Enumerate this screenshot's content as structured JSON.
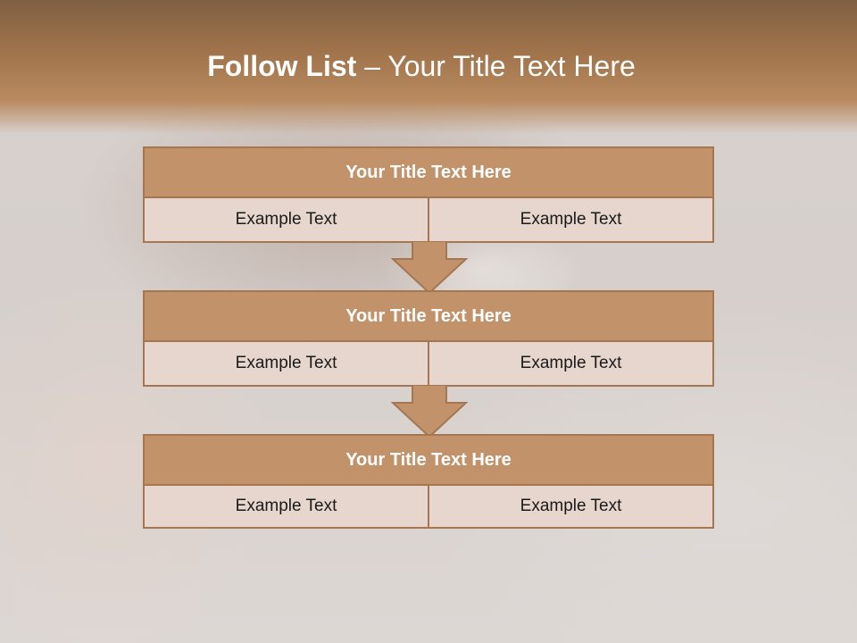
{
  "title": {
    "strong": "Follow List",
    "separator": "–",
    "rest": "Your Title Text Here"
  },
  "colors": {
    "header": "#a1744c",
    "box_header": "#c2926b",
    "box_body": "#e7d6cd",
    "border": "#a47651"
  },
  "blocks": [
    {
      "title": "Your Title Text Here",
      "left": "Example Text",
      "right": "Example Text"
    },
    {
      "title": "Your Title Text Here",
      "left": "Example Text",
      "right": "Example Text"
    },
    {
      "title": "Your Title Text Here",
      "left": "Example Text",
      "right": "Example Text"
    }
  ]
}
